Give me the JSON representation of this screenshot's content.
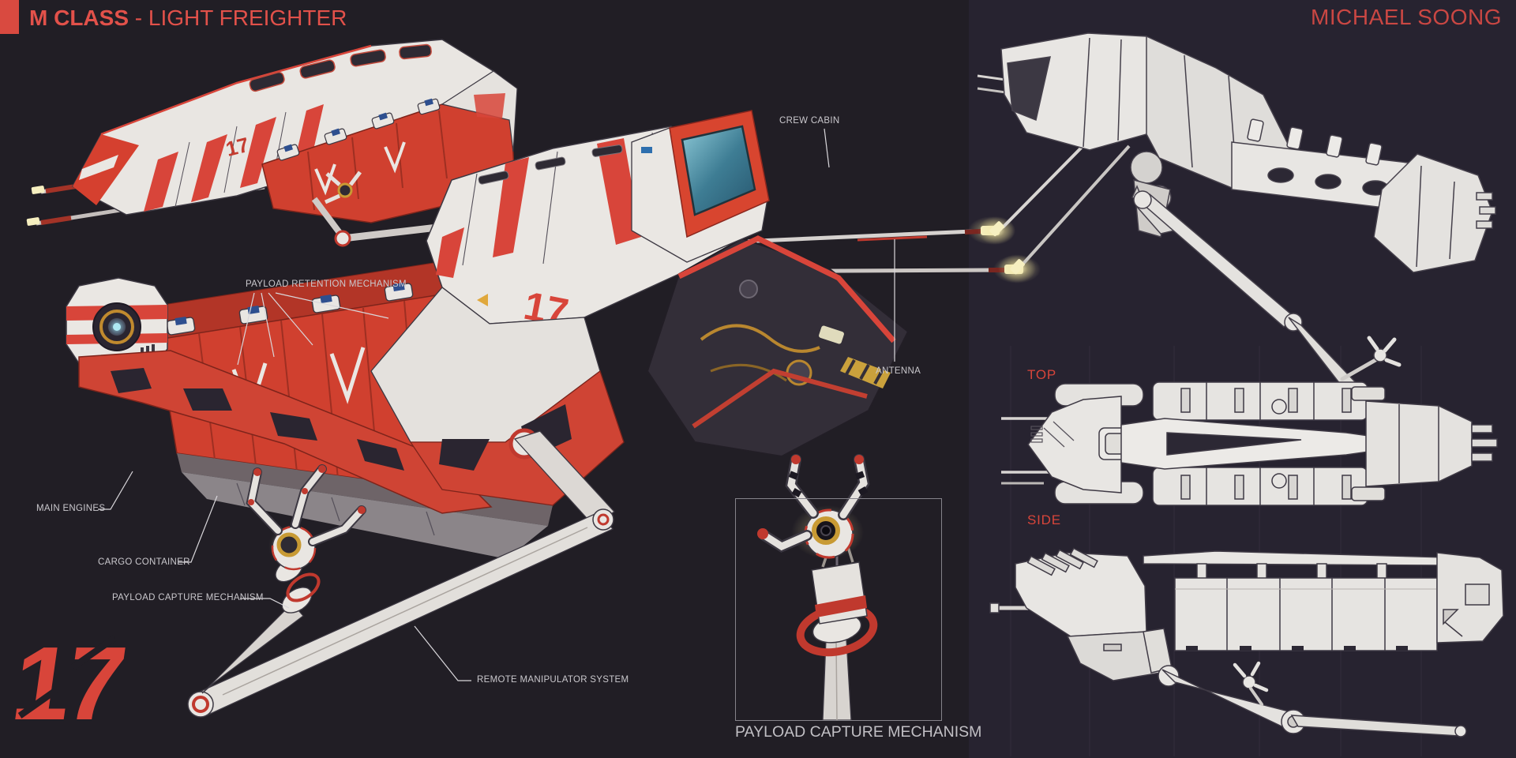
{
  "header": {
    "title_strong": "M CLASS",
    "title_rest": "- LIGHT FREIGHTER",
    "author": "MICHAEL SOONG"
  },
  "annotations": {
    "crew_cabin": "CREW CABIN",
    "antenna": "ANTENNA",
    "payload_retention": "PAYLOAD RETENTION MECHANISM",
    "main_engines": "MAIN ENGINES",
    "cargo_container": "CARGO CONTAINER",
    "payload_capture": "PAYLOAD CAPTURE MECHANISM",
    "remote_manipulator": "REMOTE MANIPULATOR SYSTEM"
  },
  "views": {
    "top": "TOP",
    "side": "SIDE"
  },
  "inset": {
    "caption": "PAYLOAD CAPTURE MECHANISM"
  },
  "logo": {
    "number": "17"
  },
  "markings": {
    "hull_number": "17"
  },
  "colors": {
    "accent_red": "#d8453a",
    "cargo_red": "#d0402f",
    "hull_white": "#e9e6e2",
    "background_left": "#211e25",
    "background_right": "#272330",
    "label_text": "#cac8cd",
    "glow_yellow": "#f6efc0",
    "gold_accent": "#c89a34"
  }
}
